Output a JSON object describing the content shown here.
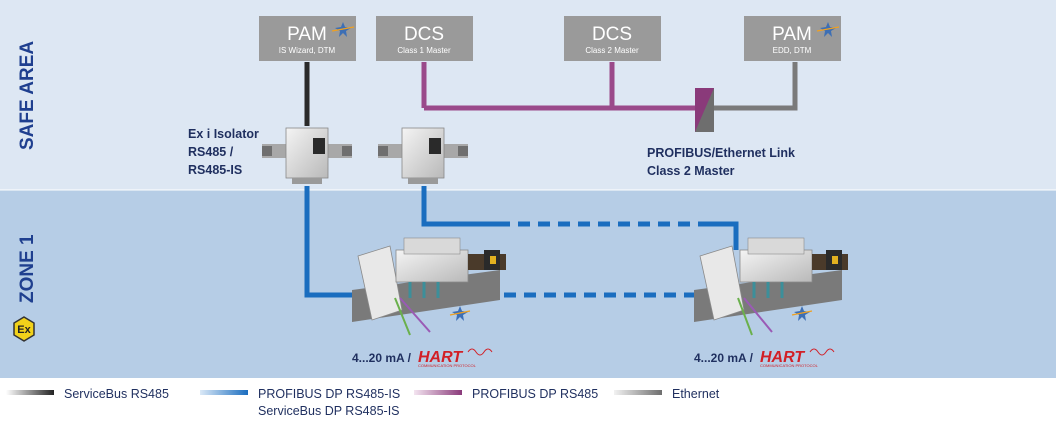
{
  "zones": {
    "safe_area": "SAFE AREA",
    "zone1": "ZONE 1",
    "ex_symbol": "Ex"
  },
  "boxes": [
    {
      "title": "PAM",
      "subtitle": "IS Wizard, DTM",
      "icon": "star-icon"
    },
    {
      "title": "DCS",
      "subtitle": "Class 1 Master",
      "icon": ""
    },
    {
      "title": "DCS",
      "subtitle": "Class 2 Master",
      "icon": ""
    },
    {
      "title": "PAM",
      "subtitle": "EDD, DTM",
      "icon": "star-icon"
    }
  ],
  "labels": {
    "isolator": [
      "Ex i Isolator",
      "RS485 /",
      "RS485-IS"
    ],
    "link": [
      "PROFIBUS/Ethernet Link",
      "Class 2 Master"
    ],
    "signal_left": "4...20 mA /",
    "signal_right": "4...20 mA /",
    "hart_logo": "HART",
    "hart_sub": "COMMUNICATION PROTOCOL"
  },
  "legend": [
    {
      "label": "ServiceBus RS485",
      "color": "#333333"
    },
    {
      "label": "PROFIBUS DP RS485-IS",
      "label2": "ServiceBus DP RS485-IS",
      "color": "#1a6dbf"
    },
    {
      "label": "PROFIBUS DP RS485",
      "color": "#9a4a8a"
    },
    {
      "label": "Ethernet",
      "color": "#7a7a7a"
    }
  ],
  "colors": {
    "safe_bg": "#dde7f3",
    "zone_bg": "#b6cde6",
    "box": "#9a9a9a",
    "servicebus": "#333333",
    "profibus_is": "#1a6dbf",
    "profibus": "#9a4a8a",
    "ethernet": "#7a7a7a"
  }
}
